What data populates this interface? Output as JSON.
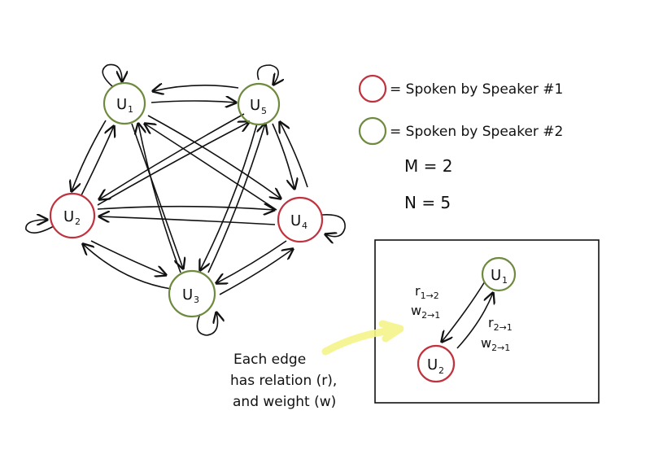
{
  "colors": {
    "speaker1": "#c0323d",
    "speaker2": "#6e8a3e",
    "ink": "#111111",
    "highlight": "#f4f48a"
  },
  "nodes": [
    {
      "id": "u1",
      "label": "U",
      "sub": "1",
      "speaker": "speaker2"
    },
    {
      "id": "u5",
      "label": "U",
      "sub": "5",
      "speaker": "speaker2"
    },
    {
      "id": "u2",
      "label": "U",
      "sub": "2",
      "speaker": "speaker1"
    },
    {
      "id": "u4",
      "label": "U",
      "sub": "4",
      "speaker": "speaker1"
    },
    {
      "id": "u3",
      "label": "U",
      "sub": "3",
      "speaker": "speaker2"
    }
  ],
  "legend": {
    "speaker1": "= Spoken by Speaker #1",
    "speaker2": "= Spoken by Speaker #2"
  },
  "params": {
    "m": "M = 2",
    "n": "N = 5"
  },
  "inset": {
    "u1": {
      "label": "U",
      "sub": "1"
    },
    "u2": {
      "label": "U",
      "sub": "2"
    },
    "r12": {
      "base": "r",
      "sub": "1→2"
    },
    "w21a": {
      "base": "w",
      "sub": "2→1"
    },
    "r21": {
      "base": "r",
      "sub": "2→1"
    },
    "w21b": {
      "base": "w",
      "sub": "2→1"
    }
  },
  "note": {
    "line1": "Each edge",
    "line2": "has relation (r),",
    "line3": "and weight (w)"
  }
}
